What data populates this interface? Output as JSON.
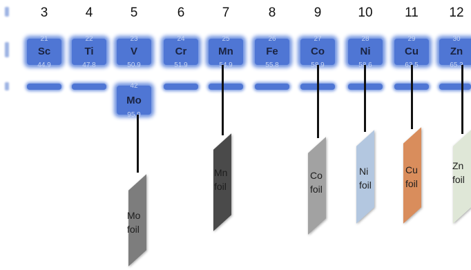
{
  "groups": [
    "3",
    "4",
    "5",
    "6",
    "7",
    "8",
    "9",
    "10",
    "11",
    "12"
  ],
  "elements": [
    {
      "number": "21",
      "symbol": "Sc",
      "mass": "44.9"
    },
    {
      "number": "22",
      "symbol": "Ti",
      "mass": "47.8"
    },
    {
      "number": "23",
      "symbol": "V",
      "mass": "50.9"
    },
    {
      "number": "24",
      "symbol": "Cr",
      "mass": "51.9"
    },
    {
      "number": "25",
      "symbol": "Mn",
      "mass": "54.9"
    },
    {
      "number": "26",
      "symbol": "Fe",
      "mass": "55.8"
    },
    {
      "number": "27",
      "symbol": "Co",
      "mass": "58.9"
    },
    {
      "number": "28",
      "symbol": "Ni",
      "mass": "58.6"
    },
    {
      "number": "29",
      "symbol": "Cu",
      "mass": "63.5"
    },
    {
      "number": "30",
      "symbol": "Zn",
      "mass": "65.3"
    }
  ],
  "mo": {
    "number": "42",
    "symbol": "Mo",
    "mass": "95.9"
  },
  "foils": [
    {
      "line1": "Mo",
      "line2": "foil",
      "color": "#7d7d7d"
    },
    {
      "line1": "Mn",
      "line2": "foil",
      "color": "#4a4a4a"
    },
    {
      "line1": "Co",
      "line2": "foil",
      "color": "#a2a2a2"
    },
    {
      "line1": "Ni",
      "line2": "foil",
      "color": "#b3c7e0"
    },
    {
      "line1": "Cu",
      "line2": "foil",
      "color": "#d98d5c"
    },
    {
      "line1": "Zn",
      "line2": "foil",
      "color": "#dfe7d7"
    }
  ],
  "colors": {
    "cell": "#4f76d4",
    "text": "#111111"
  }
}
